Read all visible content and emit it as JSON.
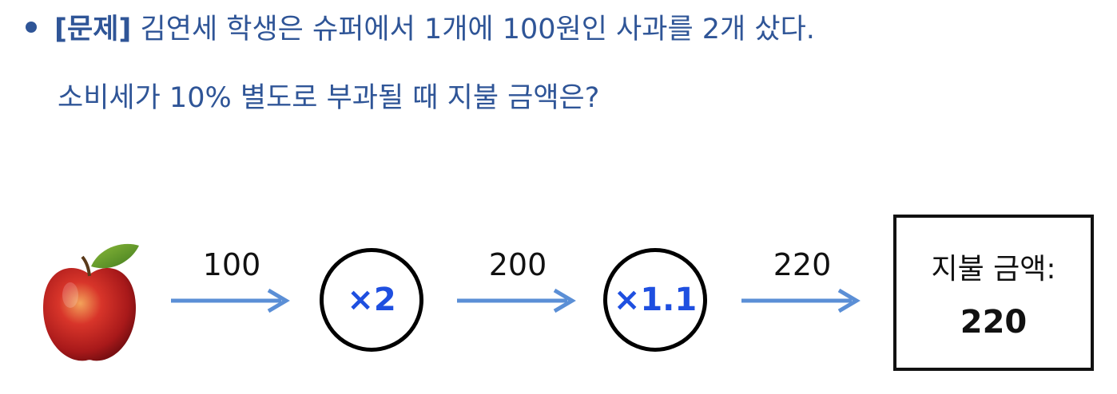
{
  "problem": {
    "tag": "[문제]",
    "line1": "김연세 학생은 슈퍼에서 1개에 100원인 사과를 2개 샀다.",
    "line2": "소비세가 10% 별도로 부과될 때 지불 금액은?"
  },
  "diagram": {
    "input_icon": "apple-icon",
    "edges": [
      "100",
      "200",
      "220"
    ],
    "nodes": [
      "×2",
      "×1.1"
    ],
    "result": {
      "label": "지불 금액:",
      "value": "220"
    },
    "colors": {
      "text": "#2f5597",
      "arrow": "#5b8fd6",
      "node_text": "#1e4fe0"
    }
  }
}
